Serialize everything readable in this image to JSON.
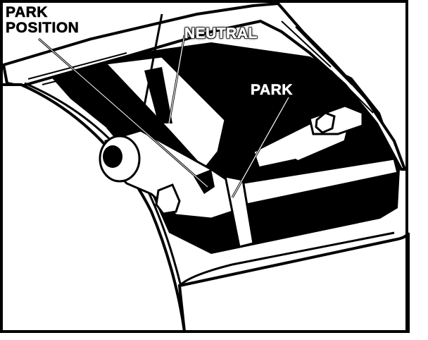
{
  "figure": {
    "labels": {
      "park_position_line1": "PARK",
      "park_position_line2": "POSITION",
      "neutral": "NEUTRAL",
      "park": "PARK"
    },
    "colors": {
      "ink": "#000000",
      "paper": "#ffffff"
    }
  }
}
